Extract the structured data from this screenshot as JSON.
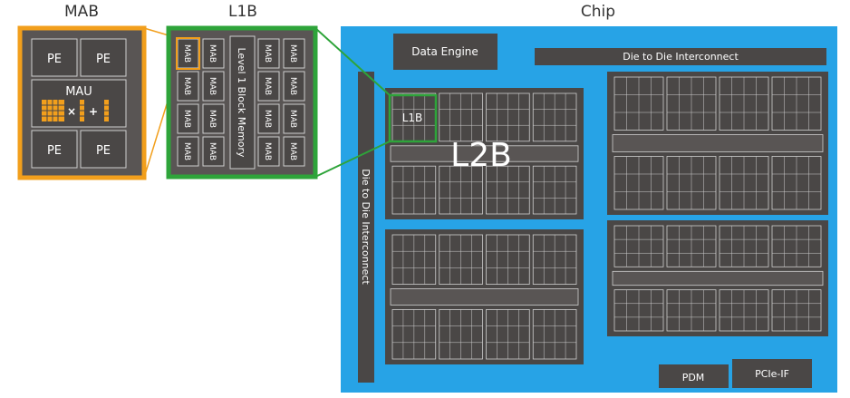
{
  "titles": {
    "mab": "MAB",
    "l1b": "L1B",
    "chip": "Chip"
  },
  "mab": {
    "pe_label": "PE",
    "mau_label": "MAU",
    "times_symbol": "×",
    "plus_symbol": "+"
  },
  "l1b": {
    "mab_label": "MAB",
    "memory_label": "Level 1 Block Memory"
  },
  "chip": {
    "data_engine": "Data Engine",
    "d2d_top": "Die to Die Interconnect",
    "d2d_left": "Die to Die Interconnect",
    "l2b_label": "L2B",
    "l1b_label": "L1B",
    "pdm": "PDM",
    "pcie": "PCIe-IF"
  },
  "colors": {
    "chip_bg": "#27a3e6",
    "block_dark": "#4a4746",
    "panel_dark": "#595554",
    "mab_border": "#f29f1c",
    "l1b_border": "#2ea43a",
    "connector_line": "#2ea43a",
    "mab_connector": "#f29f1c",
    "cell_border": "#cfcfcf"
  }
}
